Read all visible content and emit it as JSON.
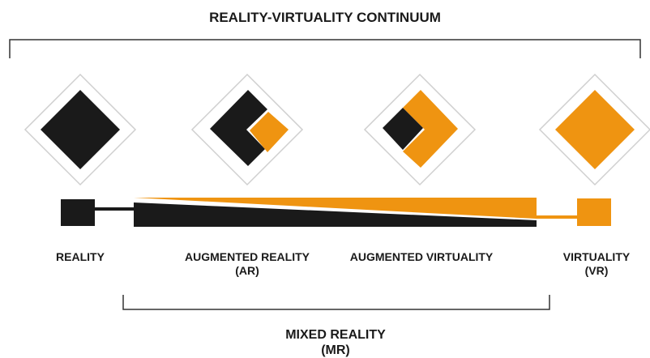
{
  "title": "REALITY-VIRTUALITY CONTINUUM",
  "colors": {
    "reality": "#1a1a1a",
    "virtuality": "#ef9411",
    "frame": "#ffffff",
    "outline": "#cfcfcf"
  },
  "stages": [
    {
      "name": "REALITY",
      "abbr": "",
      "icon": "reality-diamond-icon"
    },
    {
      "name": "AUGMENTED REALITY",
      "abbr": "(AR)",
      "icon": "augmented-reality-diamond-icon"
    },
    {
      "name": "AUGMENTED VIRTUALITY",
      "abbr": "",
      "icon": "augmented-virtuality-diamond-icon"
    },
    {
      "name": "VIRTUALITY",
      "abbr": "(VR)",
      "icon": "virtuality-diamond-icon"
    }
  ],
  "mixed_reality": {
    "name": "MIXED REALITY",
    "abbr": "(MR)"
  }
}
